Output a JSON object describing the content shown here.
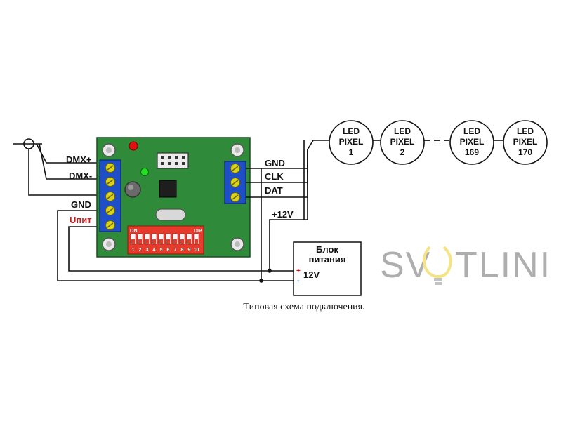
{
  "input_labels": {
    "dmx_plus": "DMX+",
    "dmx_minus": "DMX-",
    "gnd": "GND",
    "u_pit": "Uпит"
  },
  "output_labels": {
    "gnd": "GND",
    "clk": "CLK",
    "dat": "DAT",
    "plus12": "+12V"
  },
  "dip_switch": {
    "on_label": "ON",
    "dip_label": "DIP",
    "numbers": [
      "1",
      "2",
      "3",
      "4",
      "5",
      "6",
      "7",
      "8",
      "9",
      "10"
    ]
  },
  "pixels": [
    {
      "line1": "LED",
      "line2": "PIXEL",
      "line3": "1"
    },
    {
      "line1": "LED",
      "line2": "PIXEL",
      "line3": "2"
    },
    {
      "line1": "LED",
      "line2": "PIXEL",
      "line3": "169"
    },
    {
      "line1": "LED",
      "line2": "PIXEL",
      "line3": "170"
    }
  ],
  "power_supply": {
    "title_line1": "Блок",
    "title_line2": "питания",
    "plus": "+",
    "minus": "-",
    "voltage": "12V"
  },
  "caption": "Типовая схема подключения.",
  "watermark": "SVETLINI",
  "colors": {
    "pcb": "#2f8a3a",
    "terminal": "#1f4fc8",
    "screw": "#d9d21a",
    "dip_body": "#e83a2a",
    "u_pit_label": "#d01818",
    "led_red": "#e01010",
    "led_green": "#22dd22",
    "watermark": "#a6a6a6"
  }
}
